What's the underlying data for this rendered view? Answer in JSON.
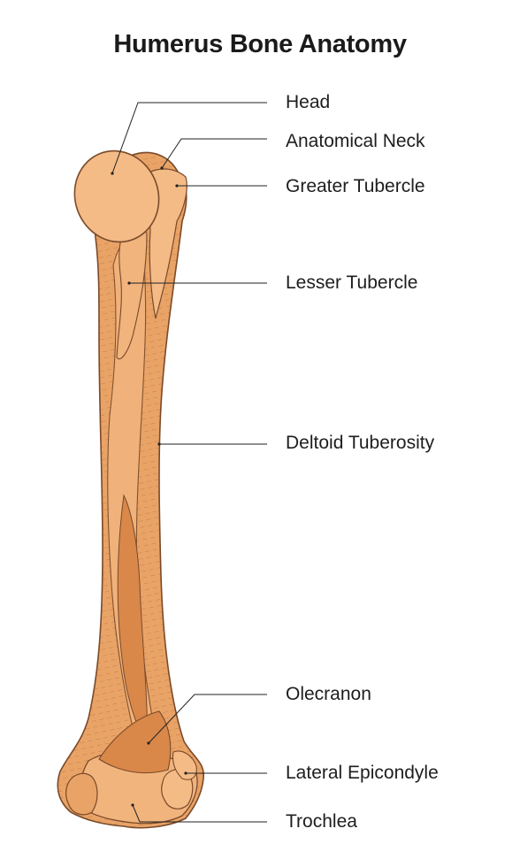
{
  "title": "Humerus Bone Anatomy",
  "colors": {
    "bone_light": "#f4bb86",
    "bone_mid": "#e9a366",
    "bone_dark": "#d9884a",
    "outline": "#7a4a2a",
    "leader": "#222222"
  },
  "labels": [
    {
      "id": "head",
      "text": "Head"
    },
    {
      "id": "anatomical-neck",
      "text": "Anatomical Neck"
    },
    {
      "id": "greater-tubercle",
      "text": "Greater Tubercle"
    },
    {
      "id": "lesser-tubercle",
      "text": "Lesser Tubercle"
    },
    {
      "id": "deltoid-tuberosity",
      "text": "Deltoid Tuberosity"
    },
    {
      "id": "olecranon",
      "text": "Olecranon"
    },
    {
      "id": "lateral-epicondyle",
      "text": "Lateral Epicondyle"
    },
    {
      "id": "trochlea",
      "text": "Trochlea"
    }
  ]
}
